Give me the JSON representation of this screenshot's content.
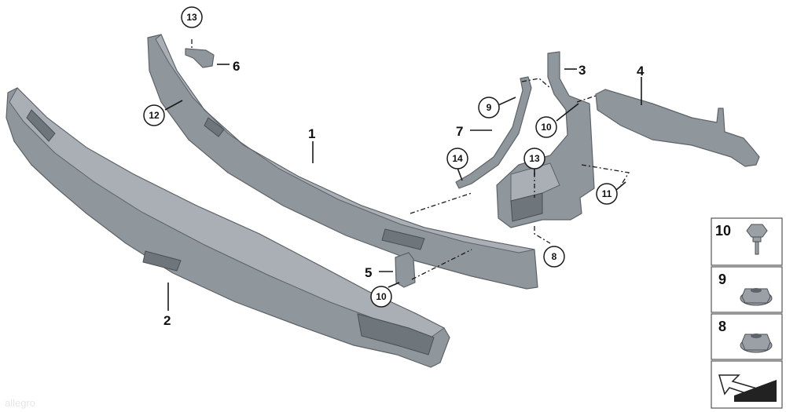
{
  "labels": {
    "p1": "1",
    "p2": "2",
    "p3": "3",
    "p4": "4",
    "p5": "5",
    "p6": "6",
    "p7": "7"
  },
  "circles": {
    "c13a": "13",
    "c12": "12",
    "c9": "9",
    "c10a": "10",
    "c14": "14",
    "c13b": "13",
    "c11": "11",
    "c8": "8",
    "c10b": "10"
  },
  "legend": {
    "item10": "10",
    "item9": "9",
    "item8": "8"
  },
  "icons": {
    "bolt": "hex-flange-bolt-icon",
    "nut9": "hex-flange-nut-icon",
    "nut8": "hex-flange-nut-icon",
    "arrow": "direction-arrow-icon"
  },
  "watermark": "allegro"
}
